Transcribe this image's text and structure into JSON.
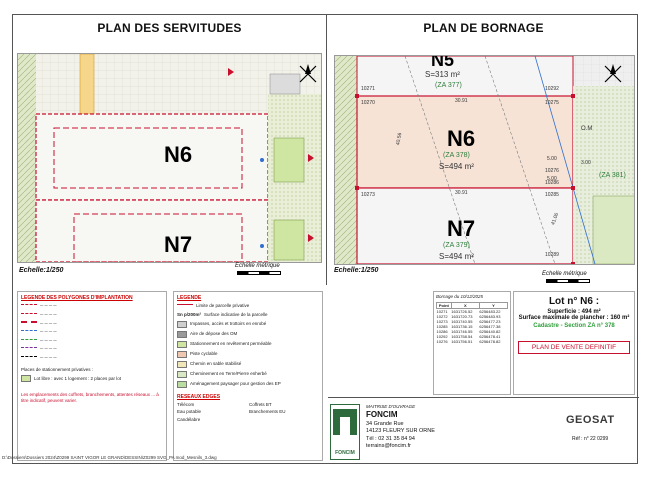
{
  "left_panel": {
    "title": "PLAN DES SERVITUDES",
    "lots": [
      "N6",
      "N7"
    ],
    "scale": "Echelle:1/250",
    "scale_bar_label": "Echelle métrique"
  },
  "right_panel": {
    "title": "PLAN DE BORNAGE",
    "lots": [
      {
        "name": "N5",
        "ref": "(ZA 377)",
        "area": "S=313 m²"
      },
      {
        "name": "N6",
        "ref": "(ZA 378)",
        "area": "S=494 m²"
      },
      {
        "name": "N7",
        "ref": "(ZA 379)",
        "area": "S=494 m²"
      }
    ],
    "neighbor_ref": "(ZA 381)",
    "om_label": "O.M",
    "dimensions": [
      "30.91",
      "30.91",
      "40.56",
      "41.06",
      "5.00",
      "5.00",
      "3.00"
    ],
    "points": [
      "10271",
      "10292",
      "10270",
      "10275",
      "10276",
      "10286",
      "10273",
      "10285",
      "10289"
    ],
    "scale": "Echelle:1/250",
    "scale_bar_label": "Echelle métrique"
  },
  "legend_left": {
    "title1": "LEGENDE DES POLYGONES D'IMPLANTATION",
    "title2": "LEGENDE",
    "items": [
      "Limite de parcelle privative",
      "Surface indicative de la parcelle",
      "Impasses, accès et trottoirs en enrobé",
      "Aire de dépose des OM",
      "Stationnement en revêtement perméable",
      "Piste cyclable",
      "Chemin en sable stabilisé",
      "Cheminement en Terre/Pierre enherbé",
      "Aménagement paysager pour gestion des EP"
    ],
    "lot_label_m": "Sn p/200m²",
    "parking_note": "Places de stationnement privatives :",
    "parking_note2": "Lot libre : avec 1 logement : 2 places par lot",
    "reseaux_title": "RESEAUX EDGES",
    "reseaux_items": [
      "Télécom",
      "Coffrets BT",
      "Eau potable",
      "Branchements EU",
      "Candélabre"
    ],
    "footer_note": "Les emplacements des coffrets, branchements, attentes réseaux ... à titre indicatif, peuvent varier."
  },
  "borne_info": {
    "servitude_title": "Bornage du 10/12/2025",
    "table_header": [
      "Point",
      "X",
      "Y"
    ],
    "rows": [
      [
        "10271",
        "1631726.52",
        "6256483.22"
      ],
      [
        "10272",
        "1631720.73",
        "6256483.93"
      ],
      [
        "10273",
        "1631740.55",
        "6256477.23"
      ],
      [
        "10285",
        "1631736.15",
        "6256477.38"
      ],
      [
        "10286",
        "1631746.55",
        "6256440.82"
      ],
      [
        "10292",
        "1631758.54",
        "6256478.41"
      ],
      [
        "10276",
        "1631756.51",
        "6256478.82"
      ]
    ]
  },
  "lot_info": {
    "title": "Lot n° N6 :",
    "superficie": "Superficie : 494 m²",
    "surface_plancher": "Surface maximale de plancher : 160 m²",
    "cadastre": "Cadastre - Section ZA n° 378",
    "plan_vente": "PLAN DE VENTE DEFINITIF"
  },
  "owner": {
    "header": "MAITRISE D'OUVRAGE",
    "company": "FONCIM",
    "address1": "34 Grande Rue",
    "address2": "14123 FLEURY SUR ORNE",
    "phone": "Tél : 02 31 35 84 94",
    "email": "terrains@foncim.fr",
    "logo_text": "FONCIM"
  },
  "geometre": {
    "brand": "GEOSAT",
    "ref": "Réf : n° 22 0299"
  },
  "file_path": "D:\\Dossiers\\Dossiers 2024\\Z0299 SAINT VIGOR LE GRAND\\DESSIN\\Z0299 SVG_PA mod_Mesnils_3.dwg"
}
